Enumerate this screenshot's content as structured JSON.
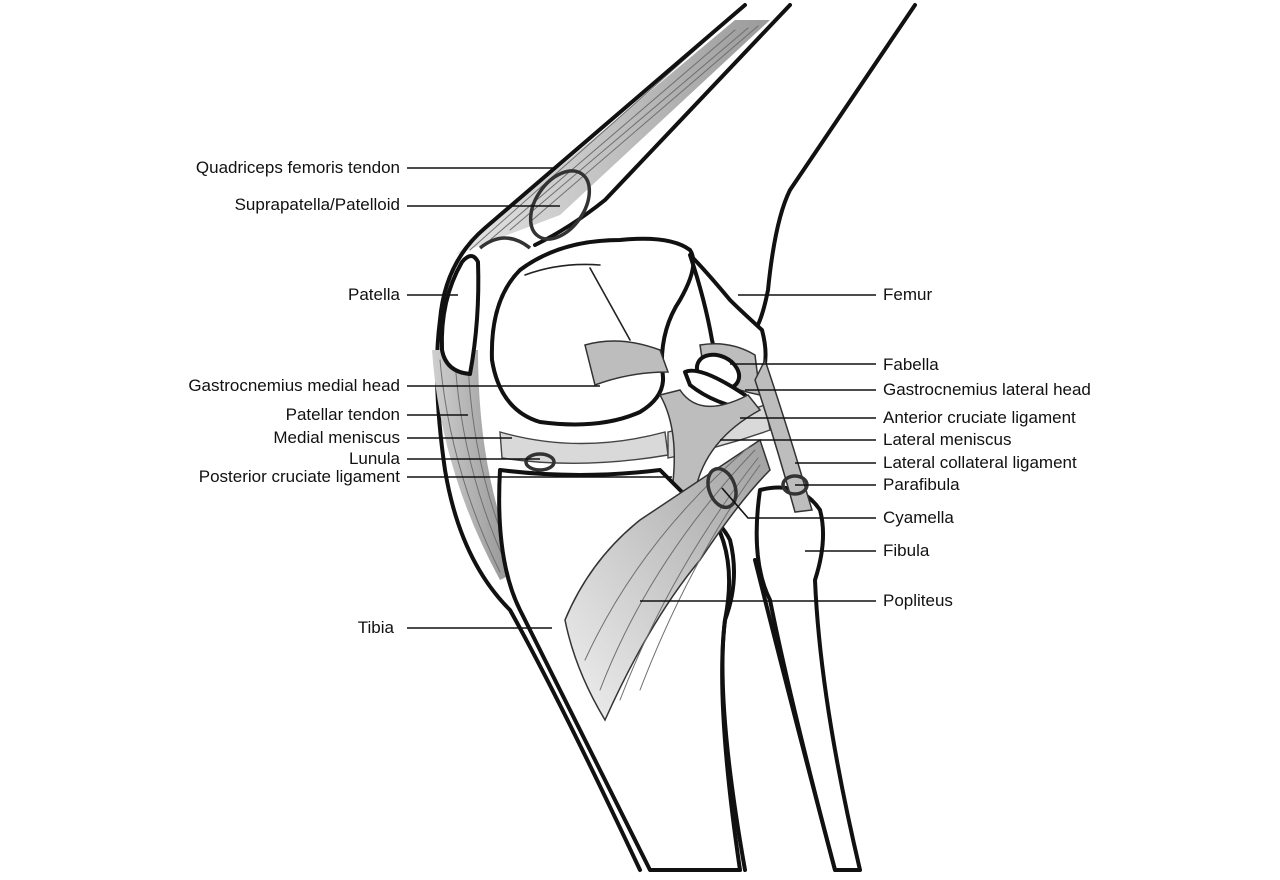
{
  "diagram": {
    "labels_left": [
      "Quadriceps femoris tendon",
      "Suprapatella/Patelloid",
      "Patella",
      "Gastrocnemius medial head",
      "Patellar tendon",
      "Medial meniscus",
      "Lunula",
      "Posterior cruciate ligament",
      "Tibia"
    ],
    "labels_right": [
      "Femur",
      "Fabella",
      "Gastrocnemius lateral head",
      "Anterior cruciate ligament",
      "Lateral meniscus",
      "Lateral collateral ligament",
      "Parafibula",
      "Cyamella",
      "Fibula",
      "Popliteus"
    ]
  },
  "colors": {
    "line": "#111111",
    "tissue_gray": "#bdbdbd",
    "background": "#ffffff"
  }
}
